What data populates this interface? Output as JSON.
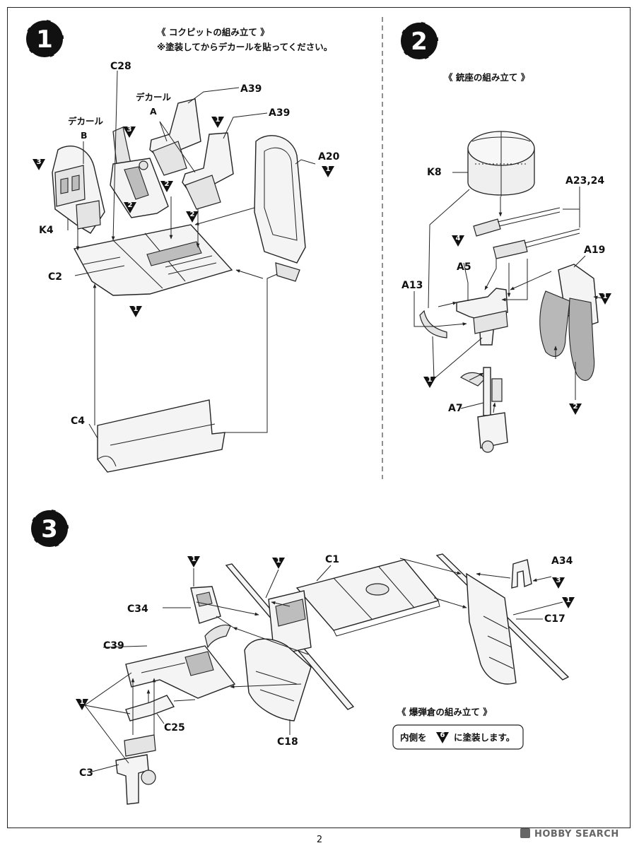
{
  "steps": [
    {
      "number": "1",
      "title": "《 コクピットの組み立て 》",
      "note": "※塗装してからデカールを貼ってください。",
      "parts": [
        "C28",
        "A39",
        "A39",
        "A20",
        "K4",
        "C2",
        "C4"
      ],
      "decals": [
        {
          "text": "デカール",
          "letter": "A"
        },
        {
          "text": "デカール",
          "letter": "B"
        }
      ],
      "paint_markers": [
        "3",
        "3",
        "1",
        "1",
        "2",
        "2",
        "2",
        "1"
      ]
    },
    {
      "number": "2",
      "title": "《 銃座の組み立て 》",
      "parts": [
        "K8",
        "A23,24",
        "A19",
        "A5",
        "A13",
        "A7"
      ],
      "paint_markers": [
        "4",
        "1",
        "1",
        "2"
      ]
    },
    {
      "number": "3",
      "title": "《 爆弾倉の組み立て 》",
      "note_prefix": "内側を",
      "note_marker": "6",
      "note_suffix": "に塗装します。",
      "parts": [
        "C1",
        "A34",
        "C34",
        "C17",
        "C39",
        "C25",
        "C18",
        "C3"
      ],
      "paint_markers": [
        "1",
        "1",
        "3",
        "1",
        "1"
      ]
    }
  ],
  "page_number": "2",
  "watermark": "HOBBY SEARCH"
}
